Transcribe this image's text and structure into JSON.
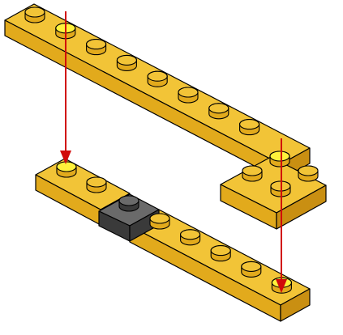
{
  "diagram": {
    "colors": {
      "brick_top": "#f2c437",
      "brick_side_light": "#e2aa1c",
      "brick_side_dark": "#c98f12",
      "stud_highlight": "#fff23b",
      "connector_top": "#6a6a6a",
      "connector_side": "#3a3a3a",
      "arrow": "#d10a0a",
      "outline": "#000000"
    },
    "parts": [
      "long-plate-1x8",
      "square-plate-2x2",
      "lower-plate-1x2",
      "jumper-plate-1x2",
      "lower-plate-1x6"
    ],
    "arrows": [
      "arrow-left-down",
      "arrow-right-down"
    ]
  }
}
